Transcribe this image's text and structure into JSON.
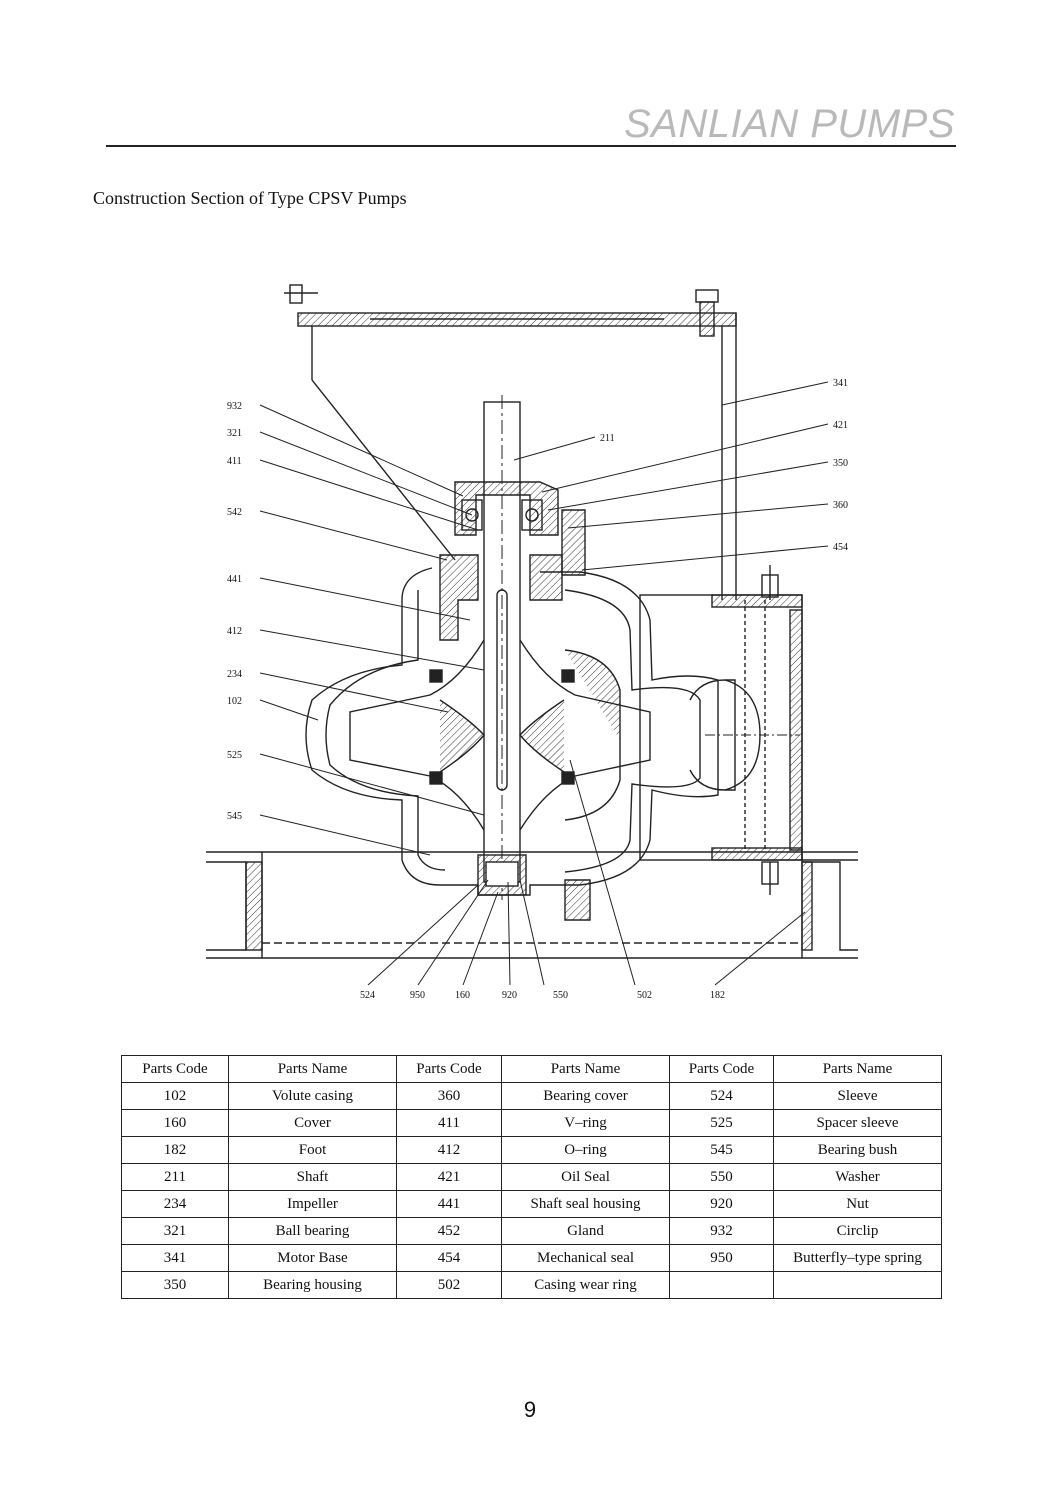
{
  "header": {
    "brand": "SANLIAN PUMPS"
  },
  "section": {
    "title": "Construction Section of Type CPSV Pumps"
  },
  "drawing": {
    "left_labels": [
      "932",
      "321",
      "411",
      "542",
      "441",
      "412",
      "234",
      "102",
      "525",
      "545"
    ],
    "right_labels": [
      "341",
      "421",
      "350",
      "360",
      "454"
    ],
    "center_label": "211",
    "bottom_labels": [
      "524",
      "950",
      "160",
      "920",
      "550",
      "502",
      "182"
    ]
  },
  "parts_table": {
    "headers": [
      "Parts Code",
      "Parts Name",
      "Parts Code",
      "Parts Name",
      "Parts Code",
      "Parts Name"
    ],
    "rows": [
      [
        "102",
        "Volute casing",
        "360",
        "Bearing cover",
        "524",
        "Sleeve"
      ],
      [
        "160",
        "Cover",
        "411",
        "V–ring",
        "525",
        "Spacer sleeve"
      ],
      [
        "182",
        "Foot",
        "412",
        "O–ring",
        "545",
        "Bearing bush"
      ],
      [
        "211",
        "Shaft",
        "421",
        "Oil Seal",
        "550",
        "Washer"
      ],
      [
        "234",
        "Impeller",
        "441",
        "Shaft seal housing",
        "920",
        "Nut"
      ],
      [
        "321",
        "Ball bearing",
        "452",
        "Gland",
        "932",
        "Circlip"
      ],
      [
        "341",
        "Motor Base",
        "454",
        "Mechanical seal",
        "950",
        "Butterfly–type spring"
      ],
      [
        "350",
        "Bearing housing",
        "502",
        "Casing wear ring",
        "",
        ""
      ]
    ]
  },
  "footer": {
    "page_number": "9"
  }
}
